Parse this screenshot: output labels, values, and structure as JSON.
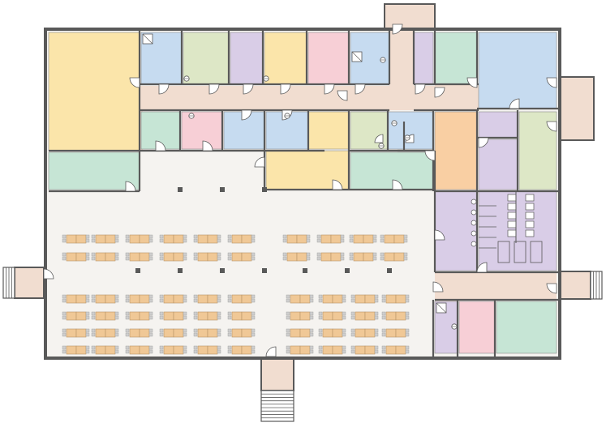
{
  "colors": {
    "wall": "#595959",
    "wall_light": "#8a8a8a",
    "corridor": "#f1ddd0",
    "hall_floor": "#f5f3f0",
    "yellow": "#fbe5aa",
    "blue": "#c6dbf0",
    "green": "#dde7c6",
    "purple": "#d9cde7",
    "pink": "#f7cfd6",
    "mint": "#c6e5d5",
    "orange": "#f9cfa3",
    "desk": "#f0c896",
    "chair": "#cfcfcf",
    "column": "#595959"
  },
  "rooms": [
    {
      "id": "room-large-northwest",
      "color": "yellow"
    },
    {
      "id": "room-storage-north-1",
      "color": "blue"
    },
    {
      "id": "room-north-2",
      "color": "green"
    },
    {
      "id": "room-north-3",
      "color": "purple"
    },
    {
      "id": "room-north-4",
      "color": "yellow"
    },
    {
      "id": "room-north-5",
      "color": "pink"
    },
    {
      "id": "room-wc-north",
      "color": "blue"
    },
    {
      "id": "room-north-6",
      "color": "purple"
    },
    {
      "id": "room-north-7",
      "color": "mint"
    },
    {
      "id": "room-northeast",
      "color": "blue"
    },
    {
      "id": "room-mid-1",
      "color": "mint"
    },
    {
      "id": "room-mid-2",
      "color": "pink"
    },
    {
      "id": "room-mid-3",
      "color": "blue"
    },
    {
      "id": "room-mid-4",
      "color": "blue"
    },
    {
      "id": "room-mid-5",
      "color": "yellow"
    },
    {
      "id": "room-mid-6",
      "color": "green"
    },
    {
      "id": "room-wc-mid",
      "color": "blue"
    },
    {
      "id": "room-mid-7",
      "color": "mint"
    },
    {
      "id": "room-east-orange",
      "color": "orange"
    },
    {
      "id": "room-east-purple-1",
      "color": "purple"
    },
    {
      "id": "room-east-purple-2",
      "color": "purple"
    },
    {
      "id": "room-east-green",
      "color": "green"
    },
    {
      "id": "room-west-mint",
      "color": "mint"
    },
    {
      "id": "room-wc-east",
      "color": "purple"
    },
    {
      "id": "room-south-east-1",
      "color": "purple"
    },
    {
      "id": "room-south-east-2",
      "color": "pink"
    },
    {
      "id": "room-south-east-3",
      "color": "mint"
    }
  ],
  "desk_groups": {
    "upper_cols": 10,
    "upper_rows": 2,
    "lower_cols": 10,
    "lower_rows": 4
  }
}
